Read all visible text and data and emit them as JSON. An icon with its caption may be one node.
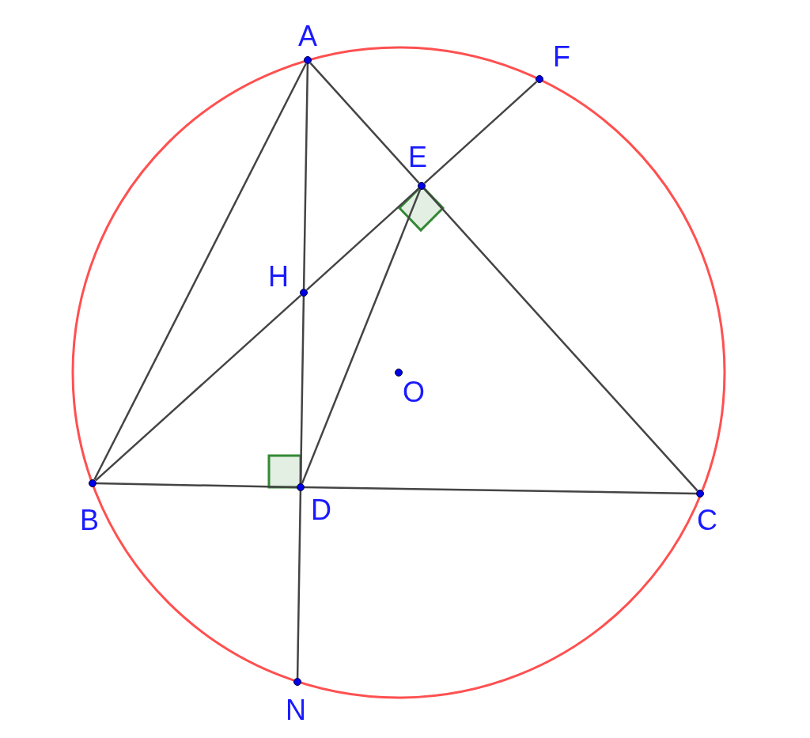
{
  "diagram": {
    "nodes": [
      {
        "text": [
          "A"
        ]
      },
      {
        "text": [
          "F"
        ]
      },
      {
        "text": [
          "E"
        ]
      },
      {
        "text": [
          "H"
        ]
      },
      {
        "text": [
          "O"
        ]
      },
      {
        "text": [
          "B"
        ]
      },
      {
        "text": [
          "D"
        ]
      },
      {
        "text": [
          "C"
        ]
      },
      {
        "text": [
          "N"
        ]
      }
    ],
    "edges": [
      {
        "from": 0,
        "to": 5,
        "arrow": "none"
      },
      {
        "from": 0,
        "to": 3,
        "arrow": "none"
      },
      {
        "from": 3,
        "to": 6,
        "arrow": "none"
      },
      {
        "from": 6,
        "to": 8,
        "arrow": "none"
      },
      {
        "from": 0,
        "to": 2,
        "arrow": "none"
      },
      {
        "from": 2,
        "to": 7,
        "arrow": "none"
      },
      {
        "from": 5,
        "to": 3,
        "arrow": "none"
      },
      {
        "from": 3,
        "to": 2,
        "arrow": "none"
      },
      {
        "from": 2,
        "to": 1,
        "arrow": "none"
      },
      {
        "from": 5,
        "to": 6,
        "arrow": "none"
      },
      {
        "from": 6,
        "to": 7,
        "arrow": "none"
      },
      {
        "from": 2,
        "to": 6,
        "arrow": "none"
      }
    ]
  }
}
